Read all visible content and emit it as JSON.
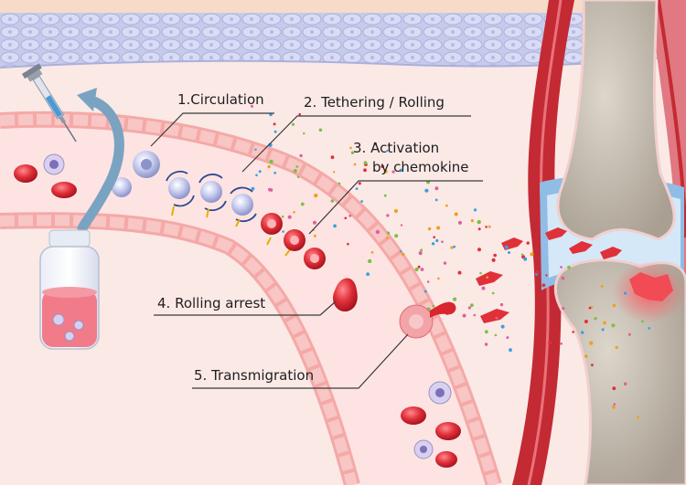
{
  "steps": [
    {
      "id": "circulation",
      "label": "1.Circulation"
    },
    {
      "id": "tethering",
      "label": "2. Tethering / Rolling"
    },
    {
      "id": "activation",
      "label_line1": "3. Activation",
      "label_line2": "by chemokine"
    },
    {
      "id": "arrest",
      "label": "4. Rolling arrest"
    },
    {
      "id": "transmigration",
      "label": "5. Transmigration"
    }
  ],
  "colors": {
    "background": "#fbe9e6",
    "vessel_wall": "#f4a9a7",
    "vessel_cell": "#f7c2c0",
    "vessel_lumen": "#fde6e4",
    "red_blood_cell": "#d9252e",
    "stem_cell": "#b7bfe6",
    "activated_cell": "#e0303a",
    "bone": "#c8bfb2",
    "muscle": "#c42a34",
    "synovial_fluid": "#8fbde6",
    "skin": "#ccd0ee",
    "leader_line": "#3a3a3a"
  },
  "icons": [
    "syringe-icon",
    "vial-icon",
    "curved-arrow-icon",
    "rolling-arrow-icon"
  ]
}
